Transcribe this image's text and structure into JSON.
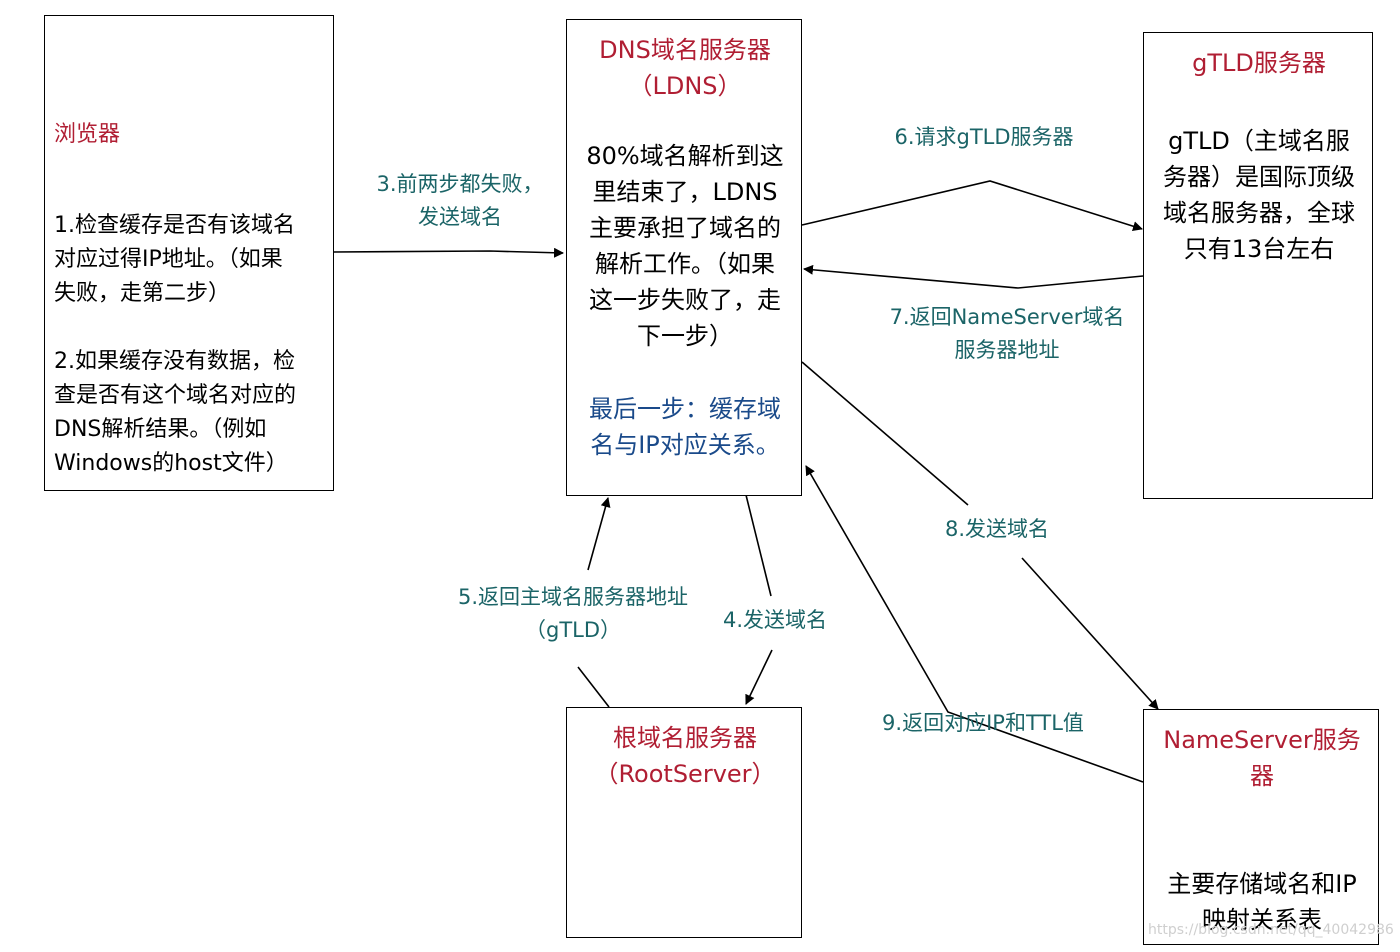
{
  "browser": {
    "title": "浏览器",
    "step1": "1.检查缓存是否有该域名\n对应过得IP地址。（如果\n失败，走第二步）",
    "step2": "2.如果缓存没有数据，检\n查是否有这个域名对应的\nDNS解析结果。（例如\nWindows的host文件）"
  },
  "ldns": {
    "title": "DNS域名服务器\n（LDNS）",
    "desc": "80%域名解析到这\n里结束了，LDNS\n主要承担了域名的\n解析工作。（如果\n这一步失败了，走\n下一步）",
    "last": "最后一步：缓存域\n名与IP对应关系。"
  },
  "gtld": {
    "title": "gTLD服务器",
    "desc": "gTLD（主域名服\n务器）是国际顶级\n域名服务器，全球\n只有13台左右"
  },
  "root": {
    "title": "根域名服务器\n（RootServer）"
  },
  "nameserver": {
    "title": "NameServer服务\n器",
    "desc": "主要存储域名和IP\n映射关系表"
  },
  "edges": {
    "e3": "3.前两步都失败，\n发送域名",
    "e4": "4.发送域名",
    "e5": "5.返回主域名服务器地址\n（gTLD）",
    "e6": "6.请求gTLD服务器",
    "e7": "7.返回NameServer域名\n服务器地址",
    "e8": "8.发送域名",
    "e9": "9.返回对应IP和TTL值"
  },
  "watermark": "https://blog.csdn.net/qq_40042986",
  "colors": {
    "title_red": "#b01e33",
    "label_teal": "#1b6467",
    "note_navy": "#1a4a8a"
  }
}
